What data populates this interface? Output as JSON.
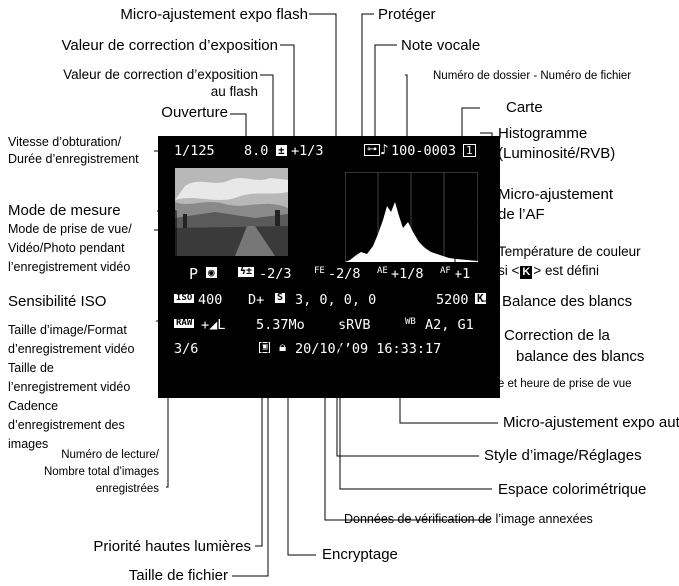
{
  "labels": {
    "micro_flash": "Micro-ajustement expo flash",
    "proteger": "Protéger",
    "valeur_correction": "Valeur de correction d’exposition",
    "note_vocale": "Note vocale",
    "correction_flash_1": "Valeur de correction d’exposition",
    "correction_flash_2": "au flash",
    "numero_dossier": "Numéro de dossier - Numéro de fichier",
    "ouverture": "Ouverture",
    "carte": "Carte",
    "vitesse_1": "Vitesse d’obturation/",
    "vitesse_2": "Durée d’enregistrement",
    "histogramme_1": "Histogramme",
    "histogramme_2": "(Luminosité/RVB)",
    "micro_af_1": "Micro-ajustement",
    "micro_af_2": "de l’AF",
    "mode_mesure": "Mode de mesure",
    "mode_prise_1": "Mode de prise de vue/",
    "mode_prise_2": "Vidéo/Photo pendant",
    "mode_prise_3": "l’enregistrement vidéo",
    "temperature_1": "Température de couleur",
    "temperature_2": "si <",
    "temperature_3": "> est défini",
    "sensibilite": "Sensibilité ISO",
    "balance": "Balance des blancs",
    "taille_image_1": "Taille d’image/Format",
    "taille_image_2": "d’enregistrement vidéo",
    "taille_image_3": "Taille de",
    "taille_image_4": "l’enregistrement vidéo",
    "taille_image_5": "Cadence",
    "taille_image_6": "d’enregistrement des",
    "taille_image_7": "images",
    "correction_balance_1": "Correction de la",
    "correction_balance_2": "balance des blancs",
    "date_heure": "Date et heure de prise de vue",
    "micro_auto": "Micro-ajustement expo auto",
    "style": "Style d’image/Réglages",
    "lecture_1": "Numéro de lecture/",
    "lecture_2": "Nombre total d’images",
    "lecture_3": "enregistrées",
    "espace": "Espace colorimétrique",
    "donnees": "Données de vérification de l’image annexées",
    "priorite": "Priorité hautes lumières",
    "encryptage": "Encryptage",
    "taille_fichier": "Taille de fichier"
  },
  "screen": {
    "shutter": "1/125",
    "aperture": "8.0",
    "exp_comp": "+1/3",
    "folder_file": "100-0003",
    "card_icon": "1",
    "metering_icon": "evaluative-metering-icon",
    "mode": "P",
    "flash_comp": "-2/3",
    "fe_label": "FE",
    "fe_value": "-2/8",
    "ae_label": "AE",
    "ae_value": "+1/8",
    "af_label": "AF",
    "af_value": "+1",
    "iso_badge": "ISO",
    "iso": "400",
    "dplus": "D+",
    "style_badge": "S",
    "style_values": "3, 0, 0, 0",
    "kelvin": "5200",
    "wb_badge": "K",
    "quality_badge": "RAW",
    "quality_suffix": "+◢L",
    "filesize": "5.37Mo",
    "colorspace": "sRVB",
    "wb_shift_label": "WB",
    "wb_shift": "A2, G1",
    "playback": "3/6",
    "datetime": "20/10/’09 16:33:17"
  }
}
